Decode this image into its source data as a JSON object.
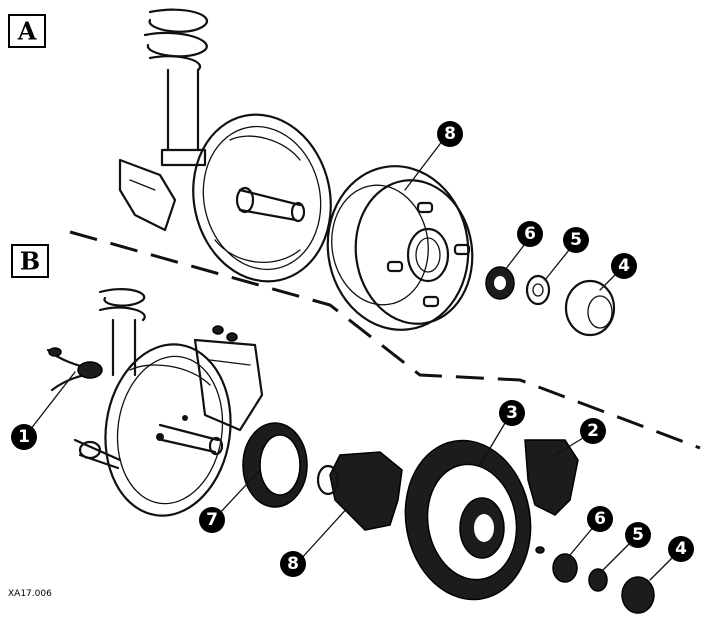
{
  "panels": [
    {
      "letter": "A"
    },
    {
      "letter": "B"
    }
  ],
  "callouts_a": [
    {
      "label": "8",
      "part": "brake-drum"
    },
    {
      "label": "6",
      "part": "locking-cap"
    },
    {
      "label": "5",
      "part": "hub-nut"
    },
    {
      "label": "4",
      "part": "grease-cap"
    }
  ],
  "callouts_b": [
    {
      "label": "1",
      "part": "brake-line"
    },
    {
      "label": "7",
      "part": "caliper-bracket"
    },
    {
      "label": "8",
      "part": "hub"
    },
    {
      "label": "3",
      "part": "disc-rotor"
    },
    {
      "label": "2",
      "part": "caliper"
    },
    {
      "label": "6",
      "part": "locking-cap"
    },
    {
      "label": "5",
      "part": "hub-nut"
    },
    {
      "label": "4",
      "part": "grease-cap"
    }
  ],
  "reference_code": "XA17.006"
}
